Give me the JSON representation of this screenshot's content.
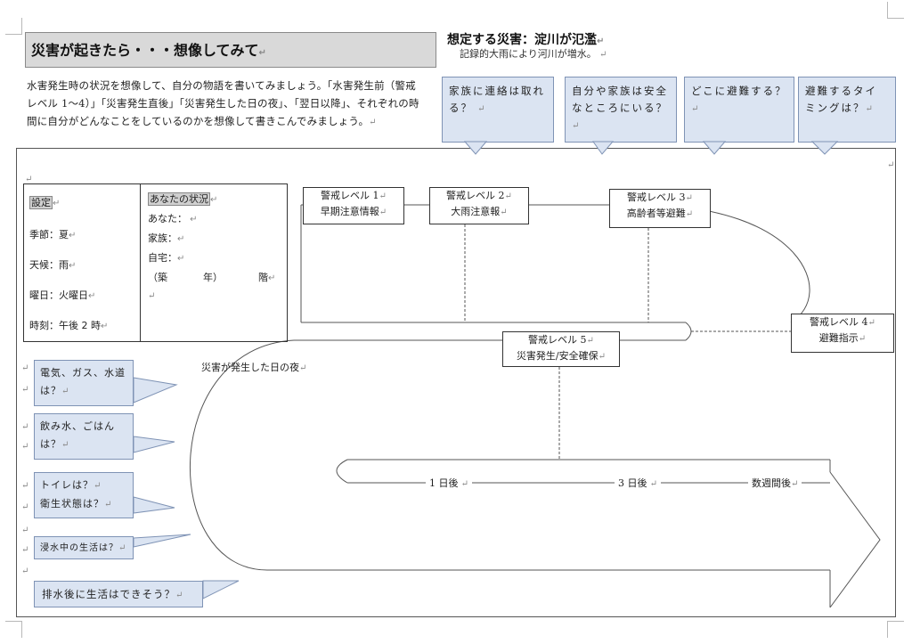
{
  "header": {
    "title": "災害が起きたら・・・想像してみて",
    "hazard_title": "想定する災害：淀川が氾濫",
    "hazard_sub": "記録的大雨により河川が増水。"
  },
  "intro": "水害発生時の状況を想像して、自分の物語を書いてみましょう。「水害発生前（警戒レベル 1～4）」「災害発生直後」「災害発生した日の夜」、「翌日以降」、それぞれの時間に自分がどんなことをしているのかを想像して書きこんでみましょう。",
  "questions": [
    "家族に連絡は取れる？",
    "自分や家族は安全なところにいる？",
    "どこに避難する？",
    "避難するタイミングは？"
  ],
  "settings": {
    "heading": "設定",
    "season": "季節：夏",
    "weather": "天候：雨",
    "weekday": "曜日：火曜日",
    "time": "時刻：午後 2 時"
  },
  "you": {
    "heading": "あなたの状況",
    "you_label": "あなた：",
    "family_label": "家族：",
    "home_label": "自宅：",
    "build_year": "（築",
    "year_unit": "年）",
    "floor_unit": "階"
  },
  "levels": [
    {
      "name": "警戒レベル 1",
      "desc": "早期注意情報"
    },
    {
      "name": "警戒レベル 2",
      "desc": "大雨注意報"
    },
    {
      "name": "警戒レベル 3",
      "desc": "高齢者等避難"
    },
    {
      "name": "警戒レベル 4",
      "desc": "避難指示"
    },
    {
      "name": "警戒レベル 5",
      "desc": "災害発生/安全確保"
    }
  ],
  "night_label": "災害が発生した日の夜",
  "timeline": {
    "day1": "1 日後",
    "day3": "3 日後",
    "weeks": "数週間後"
  },
  "bubbles": [
    "電気、ガス、水道は？",
    "飲み水、ごはんは？",
    "トイレは？",
    "衛生状態は？",
    "浸水中の生活は？",
    "排水後に生活はできそう？"
  ],
  "colors": {
    "question_fill": "#dbe4f2",
    "question_border": "#7f93b5",
    "title_fill": "#d9d9d9"
  }
}
